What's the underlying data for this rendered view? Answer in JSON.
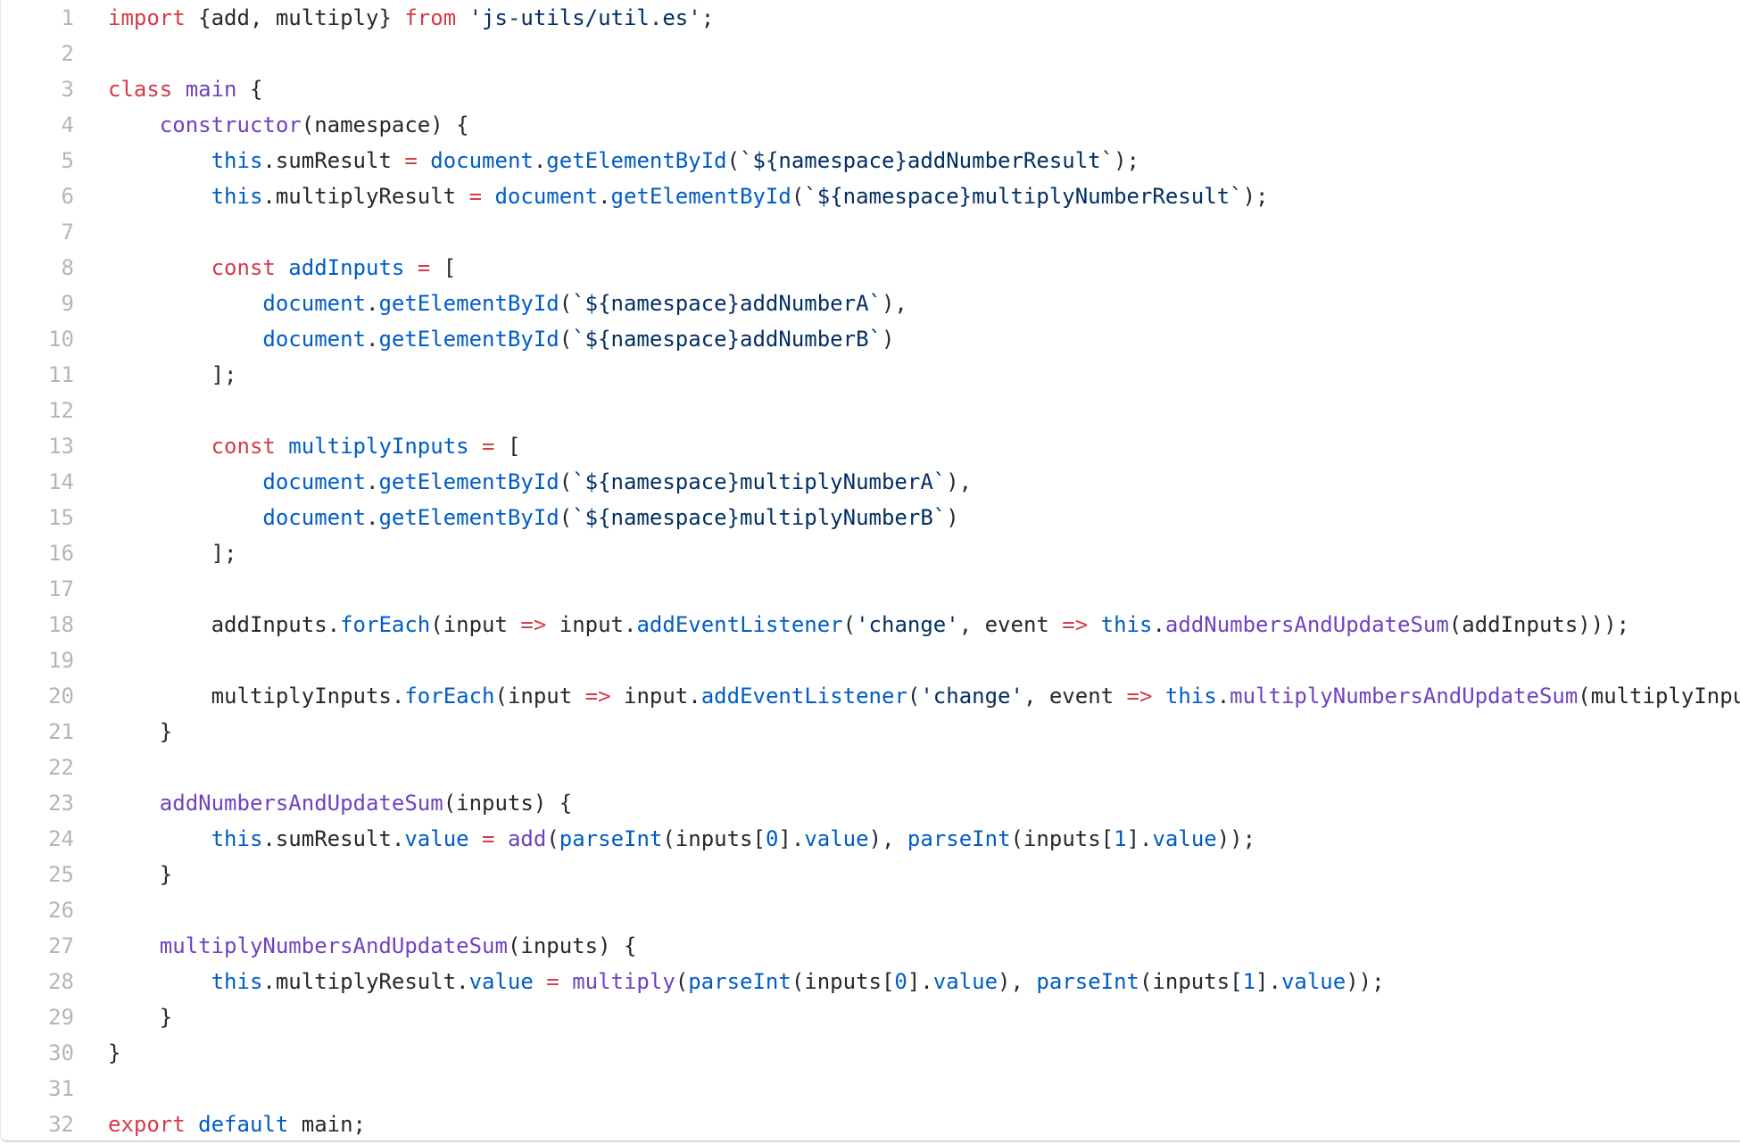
{
  "colors": {
    "keyword": "#d73a49",
    "entity": "#6f42c1",
    "constant": "#005cc5",
    "string": "#032f62",
    "text": "#24292e",
    "line_number": "#b5b5b5"
  },
  "lines": [
    {
      "n": "1",
      "t": [
        [
          "k",
          "import"
        ],
        [
          "p",
          " {add, multiply} "
        ],
        [
          "k",
          "from"
        ],
        [
          "p",
          " "
        ],
        [
          "s",
          "'js-utils/util.es'"
        ],
        [
          "p",
          ";"
        ]
      ]
    },
    {
      "n": "2",
      "t": []
    },
    {
      "n": "3",
      "t": [
        [
          "k",
          "class"
        ],
        [
          "p",
          " "
        ],
        [
          "e",
          "main"
        ],
        [
          "p",
          " {"
        ]
      ]
    },
    {
      "n": "4",
      "t": [
        [
          "p",
          "    "
        ],
        [
          "e",
          "constructor"
        ],
        [
          "p",
          "(namespace) {"
        ]
      ]
    },
    {
      "n": "5",
      "t": [
        [
          "p",
          "        "
        ],
        [
          "c",
          "this"
        ],
        [
          "p",
          ".sumResult "
        ],
        [
          "k",
          "="
        ],
        [
          "p",
          " "
        ],
        [
          "c",
          "document"
        ],
        [
          "p",
          "."
        ],
        [
          "c",
          "getElementById"
        ],
        [
          "p",
          "("
        ],
        [
          "s",
          "`${namespace}addNumberResult`"
        ],
        [
          "p",
          ");"
        ]
      ]
    },
    {
      "n": "6",
      "t": [
        [
          "p",
          "        "
        ],
        [
          "c",
          "this"
        ],
        [
          "p",
          ".multiplyResult "
        ],
        [
          "k",
          "="
        ],
        [
          "p",
          " "
        ],
        [
          "c",
          "document"
        ],
        [
          "p",
          "."
        ],
        [
          "c",
          "getElementById"
        ],
        [
          "p",
          "("
        ],
        [
          "s",
          "`${namespace}multiplyNumberResult`"
        ],
        [
          "p",
          ");"
        ]
      ]
    },
    {
      "n": "7",
      "t": []
    },
    {
      "n": "8",
      "t": [
        [
          "p",
          "        "
        ],
        [
          "k",
          "const"
        ],
        [
          "p",
          " "
        ],
        [
          "c",
          "addInputs"
        ],
        [
          "p",
          " "
        ],
        [
          "k",
          "="
        ],
        [
          "p",
          " ["
        ]
      ]
    },
    {
      "n": "9",
      "t": [
        [
          "p",
          "            "
        ],
        [
          "c",
          "document"
        ],
        [
          "p",
          "."
        ],
        [
          "c",
          "getElementById"
        ],
        [
          "p",
          "("
        ],
        [
          "s",
          "`${namespace}addNumberA`"
        ],
        [
          "p",
          "),"
        ]
      ]
    },
    {
      "n": "10",
      "t": [
        [
          "p",
          "            "
        ],
        [
          "c",
          "document"
        ],
        [
          "p",
          "."
        ],
        [
          "c",
          "getElementById"
        ],
        [
          "p",
          "("
        ],
        [
          "s",
          "`${namespace}addNumberB`"
        ],
        [
          "p",
          ")"
        ]
      ]
    },
    {
      "n": "11",
      "t": [
        [
          "p",
          "        ];"
        ]
      ]
    },
    {
      "n": "12",
      "t": []
    },
    {
      "n": "13",
      "t": [
        [
          "p",
          "        "
        ],
        [
          "k",
          "const"
        ],
        [
          "p",
          " "
        ],
        [
          "c",
          "multiplyInputs"
        ],
        [
          "p",
          " "
        ],
        [
          "k",
          "="
        ],
        [
          "p",
          " ["
        ]
      ]
    },
    {
      "n": "14",
      "t": [
        [
          "p",
          "            "
        ],
        [
          "c",
          "document"
        ],
        [
          "p",
          "."
        ],
        [
          "c",
          "getElementById"
        ],
        [
          "p",
          "("
        ],
        [
          "s",
          "`${namespace}multiplyNumberA`"
        ],
        [
          "p",
          "),"
        ]
      ]
    },
    {
      "n": "15",
      "t": [
        [
          "p",
          "            "
        ],
        [
          "c",
          "document"
        ],
        [
          "p",
          "."
        ],
        [
          "c",
          "getElementById"
        ],
        [
          "p",
          "("
        ],
        [
          "s",
          "`${namespace}multiplyNumberB`"
        ],
        [
          "p",
          ")"
        ]
      ]
    },
    {
      "n": "16",
      "t": [
        [
          "p",
          "        ];"
        ]
      ]
    },
    {
      "n": "17",
      "t": []
    },
    {
      "n": "18",
      "t": [
        [
          "p",
          "        addInputs."
        ],
        [
          "c",
          "forEach"
        ],
        [
          "p",
          "(input "
        ],
        [
          "k",
          "=>"
        ],
        [
          "p",
          " input."
        ],
        [
          "c",
          "addEventListener"
        ],
        [
          "p",
          "("
        ],
        [
          "s",
          "'change'"
        ],
        [
          "p",
          ", event "
        ],
        [
          "k",
          "=>"
        ],
        [
          "p",
          " "
        ],
        [
          "c",
          "this"
        ],
        [
          "p",
          "."
        ],
        [
          "e",
          "addNumbersAndUpdateSum"
        ],
        [
          "p",
          "(addInputs)));"
        ]
      ]
    },
    {
      "n": "19",
      "t": []
    },
    {
      "n": "20",
      "t": [
        [
          "p",
          "        multiplyInputs."
        ],
        [
          "c",
          "forEach"
        ],
        [
          "p",
          "(input "
        ],
        [
          "k",
          "=>"
        ],
        [
          "p",
          " input."
        ],
        [
          "c",
          "addEventListener"
        ],
        [
          "p",
          "("
        ],
        [
          "s",
          "'change'"
        ],
        [
          "p",
          ", event "
        ],
        [
          "k",
          "=>"
        ],
        [
          "p",
          " "
        ],
        [
          "c",
          "this"
        ],
        [
          "p",
          "."
        ],
        [
          "e",
          "multiplyNumbersAndUpdateSum"
        ],
        [
          "p",
          "(multiplyInputs)));"
        ]
      ]
    },
    {
      "n": "21",
      "t": [
        [
          "p",
          "    }"
        ]
      ]
    },
    {
      "n": "22",
      "t": []
    },
    {
      "n": "23",
      "t": [
        [
          "p",
          "    "
        ],
        [
          "e",
          "addNumbersAndUpdateSum"
        ],
        [
          "p",
          "(inputs) {"
        ]
      ]
    },
    {
      "n": "24",
      "t": [
        [
          "p",
          "        "
        ],
        [
          "c",
          "this"
        ],
        [
          "p",
          ".sumResult."
        ],
        [
          "c",
          "value"
        ],
        [
          "p",
          " "
        ],
        [
          "k",
          "="
        ],
        [
          "p",
          " "
        ],
        [
          "e",
          "add"
        ],
        [
          "p",
          "("
        ],
        [
          "c",
          "parseInt"
        ],
        [
          "p",
          "(inputs["
        ],
        [
          "c",
          "0"
        ],
        [
          "p",
          "]."
        ],
        [
          "c",
          "value"
        ],
        [
          "p",
          "), "
        ],
        [
          "c",
          "parseInt"
        ],
        [
          "p",
          "(inputs["
        ],
        [
          "c",
          "1"
        ],
        [
          "p",
          "]."
        ],
        [
          "c",
          "value"
        ],
        [
          "p",
          "));"
        ]
      ]
    },
    {
      "n": "25",
      "t": [
        [
          "p",
          "    }"
        ]
      ]
    },
    {
      "n": "26",
      "t": []
    },
    {
      "n": "27",
      "t": [
        [
          "p",
          "    "
        ],
        [
          "e",
          "multiplyNumbersAndUpdateSum"
        ],
        [
          "p",
          "(inputs) {"
        ]
      ]
    },
    {
      "n": "28",
      "t": [
        [
          "p",
          "        "
        ],
        [
          "c",
          "this"
        ],
        [
          "p",
          ".multiplyResult."
        ],
        [
          "c",
          "value"
        ],
        [
          "p",
          " "
        ],
        [
          "k",
          "="
        ],
        [
          "p",
          " "
        ],
        [
          "e",
          "multiply"
        ],
        [
          "p",
          "("
        ],
        [
          "c",
          "parseInt"
        ],
        [
          "p",
          "(inputs["
        ],
        [
          "c",
          "0"
        ],
        [
          "p",
          "]."
        ],
        [
          "c",
          "value"
        ],
        [
          "p",
          "), "
        ],
        [
          "c",
          "parseInt"
        ],
        [
          "p",
          "(inputs["
        ],
        [
          "c",
          "1"
        ],
        [
          "p",
          "]."
        ],
        [
          "c",
          "value"
        ],
        [
          "p",
          "));"
        ]
      ]
    },
    {
      "n": "29",
      "t": [
        [
          "p",
          "    }"
        ]
      ]
    },
    {
      "n": "30",
      "t": [
        [
          "p",
          "}"
        ]
      ]
    },
    {
      "n": "31",
      "t": []
    },
    {
      "n": "32",
      "t": [
        [
          "k",
          "export"
        ],
        [
          "p",
          " "
        ],
        [
          "c",
          "default"
        ],
        [
          "p",
          " main;"
        ]
      ]
    }
  ]
}
